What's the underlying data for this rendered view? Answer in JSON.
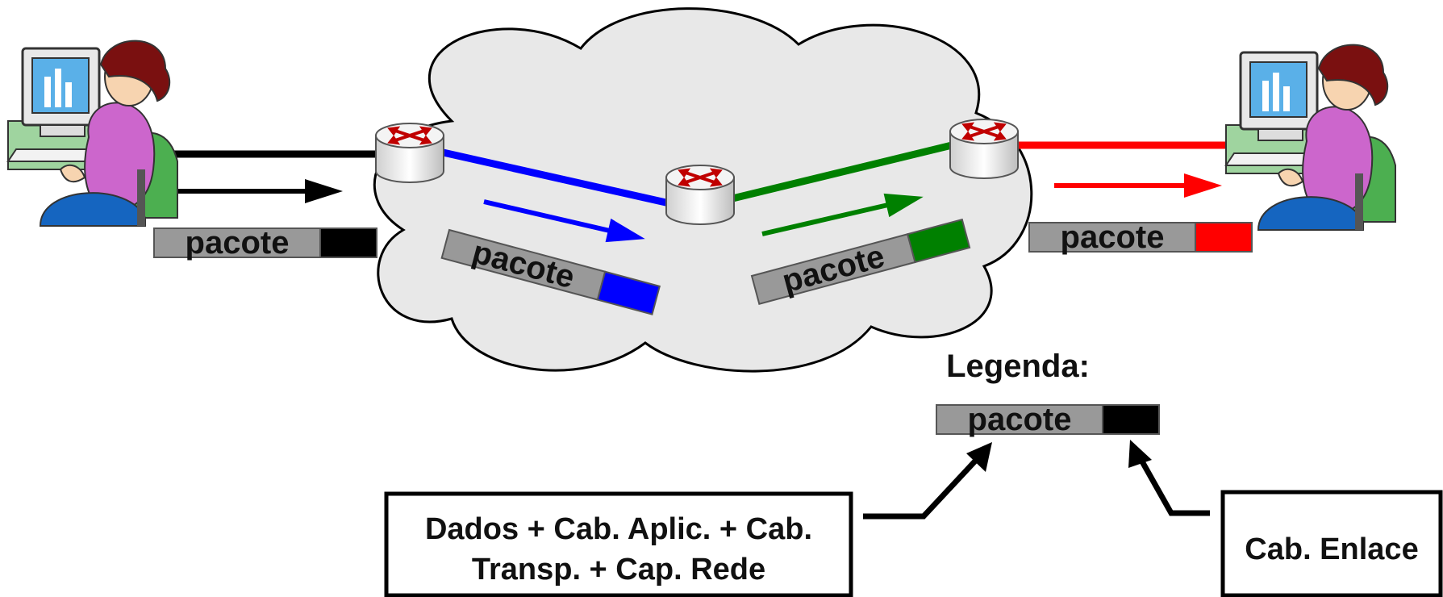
{
  "diagram": {
    "packet_label": "pacote",
    "hops": [
      {
        "color": "#000000",
        "name": "host-to-router-1"
      },
      {
        "color": "#0000ff",
        "name": "router-1-to-router-2"
      },
      {
        "color": "#008000",
        "name": "router-2-to-router-3"
      },
      {
        "color": "#ff0000",
        "name": "router-3-to-host"
      }
    ],
    "packet_body_color": "#999999",
    "cloud_color": "#e8e8e8"
  },
  "legend": {
    "title": "Legenda:",
    "packet_label": "pacote",
    "header_color": "#000000",
    "payload_box_line1": "Dados + Cab. Aplic. + Cab.",
    "payload_box_line2": "Transp. + Cap. Rede",
    "header_box": "Cab. Enlace"
  }
}
